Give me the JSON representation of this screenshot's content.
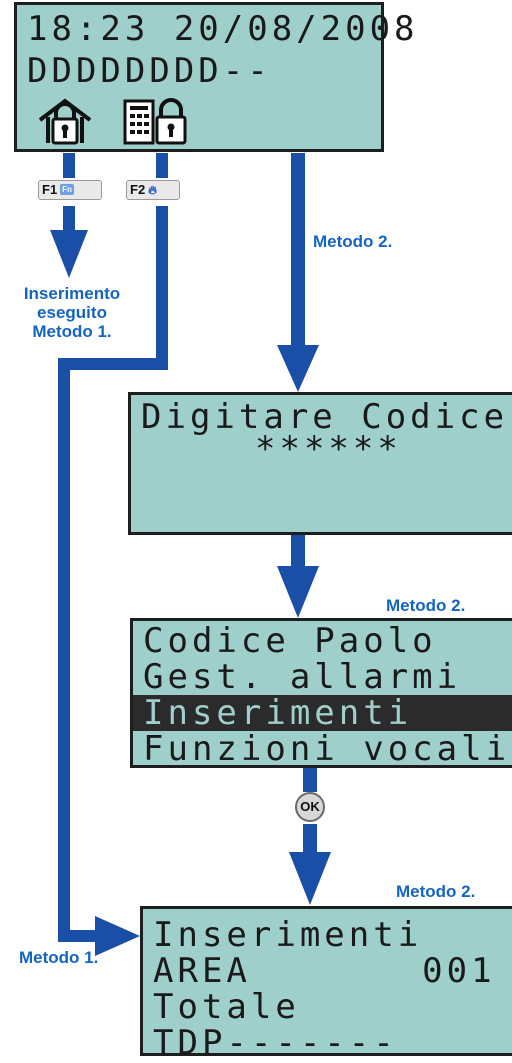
{
  "screen1": {
    "line1": "18:23 20/08/2008",
    "line2": "DDDDDDDD--",
    "icons": [
      "house-lock-icon",
      "keypad-lock-icon"
    ]
  },
  "fkeys": {
    "f1_label": "F1",
    "f1_sub": "Fn",
    "f2_label": "F2",
    "f2_icon": "flame-icon"
  },
  "labels": {
    "metodo2_top": "Metodo 2.",
    "inserimento_line1": "Inserimento",
    "inserimento_line2": "eseguito",
    "inserimento_line3": "Metodo 1.",
    "metodo2_mid": "Metodo 2.",
    "metodo2_bottom": "Metodo 2.",
    "metodo1_bottom": "Metodo 1."
  },
  "screen2": {
    "line1": "Digitare Codice",
    "line2": "******"
  },
  "screen3": {
    "line1": "Codice Paolo",
    "line2": "Gest. allarmi",
    "line3": "Inserimenti",
    "line4": "Funzioni vocali"
  },
  "ok_button": "OK",
  "screen4": {
    "line1": "Inserimenti",
    "line2": "AREA       001",
    "line3": "Totale",
    "line4": "TDP-------"
  },
  "colors": {
    "lcd": "#9fcfcb",
    "arrow": "#1a4fa8",
    "label": "#1565c0",
    "highlight": "#2b2b2b"
  }
}
